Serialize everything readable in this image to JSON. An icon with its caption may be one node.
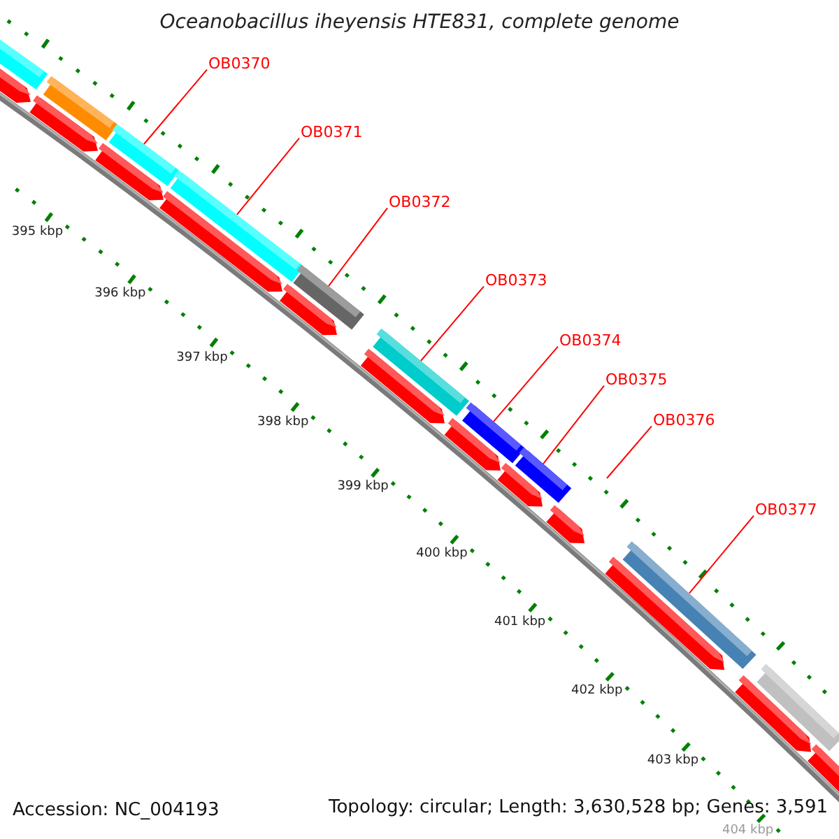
{
  "diagram": {
    "title": "Oceanobacillus iheyensis HTE831, complete genome",
    "nodes": [
      {
        "text": [
          "OB0370"
        ]
      },
      {
        "text": [
          "OB0371"
        ]
      },
      {
        "text": [
          "OB0372"
        ]
      },
      {
        "text": [
          "OB0373"
        ]
      },
      {
        "text": [
          "OB0374"
        ]
      },
      {
        "text": [
          "OB0375"
        ]
      },
      {
        "text": [
          "OB0376"
        ]
      },
      {
        "text": [
          "OB0377"
        ]
      },
      {
        "text": [],
        "shape": "bar"
      },
      {
        "text": [],
        "shape": "bar"
      },
      {
        "text": [],
        "shape": "bar"
      },
      {
        "text": [],
        "shape": "bar"
      },
      {
        "text": [],
        "shape": "bar"
      },
      {
        "text": [],
        "shape": "bar"
      },
      {
        "text": [],
        "shape": "bar"
      }
    ],
    "edges": [
      {
        "from": 0,
        "to": 8,
        "arrow": "none"
      },
      {
        "from": 1,
        "to": 9,
        "arrow": "none"
      },
      {
        "from": 2,
        "to": 10,
        "arrow": "none"
      },
      {
        "from": 3,
        "to": 11,
        "arrow": "none"
      },
      {
        "from": 4,
        "to": 12,
        "arrow": "none"
      },
      {
        "from": 5,
        "to": 13,
        "arrow": "none"
      },
      {
        "from": 6,
        "to": null,
        "arrow": "none"
      },
      {
        "from": 7,
        "to": 14,
        "arrow": "none"
      }
    ],
    "labels": [
      "395 kbp",
      "396 kbp",
      "397 kbp",
      "398 kbp",
      "399 kbp",
      "400 kbp",
      "401 kbp",
      "402 kbp",
      "403 kbp",
      "404 kbp",
      "Accession: NC_004193",
      "Topology: circular; Length: 3,630,528 bp; Genes: 3,591"
    ]
  }
}
